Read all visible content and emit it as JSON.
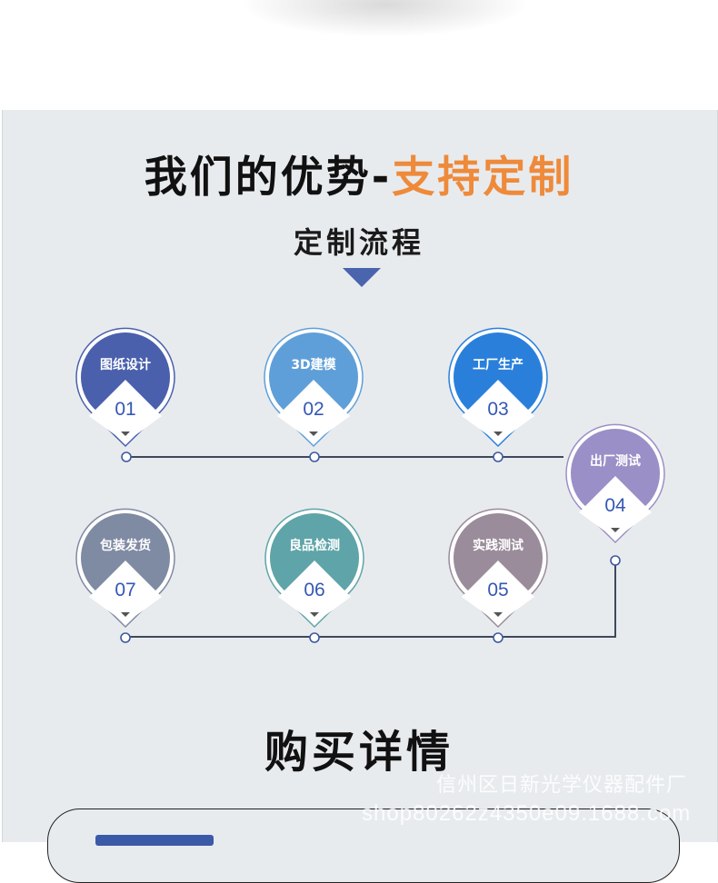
{
  "header": {
    "title_part1": "我们的优势-",
    "title_part2": "支持定制",
    "subtitle": "定制流程"
  },
  "colors": {
    "accent": "#ee8a3a",
    "primary_blue": "#4a64ad",
    "background": "#e8ebee",
    "line": "#3d4a5c"
  },
  "steps": [
    {
      "label": "图纸设计",
      "num": "01",
      "color": "#4a60ad"
    },
    {
      "label": "3D建模",
      "num": "02",
      "color": "#5f9fd9"
    },
    {
      "label": "工厂生产",
      "num": "03",
      "color": "#2a7fdb"
    },
    {
      "label": "出厂测试",
      "num": "04",
      "color": "#9b8fc7"
    },
    {
      "label": "实践测试",
      "num": "05",
      "color": "#9a8c9a"
    },
    {
      "label": "良品检测",
      "num": "06",
      "color": "#5fa4a9"
    },
    {
      "label": "包装发货",
      "num": "07",
      "color": "#7f8aa3"
    }
  ],
  "buy_section": {
    "title": "购买详情"
  },
  "watermark": {
    "line1": "信州区日新光学仪器配件厂",
    "line2": "shop80262z4350e09.1688.com"
  }
}
